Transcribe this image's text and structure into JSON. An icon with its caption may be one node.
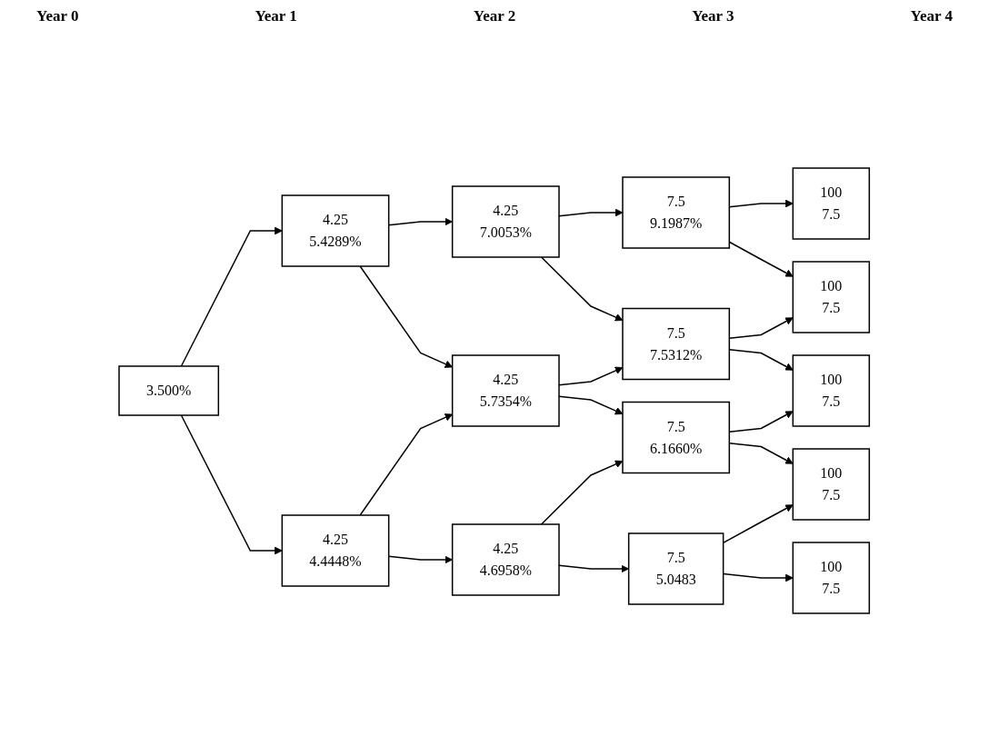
{
  "diagram": {
    "nodes": [
      {
        "text": [
          "3.500%"
        ]
      },
      {
        "text": [
          "4.25",
          "5.4289%"
        ]
      },
      {
        "text": [
          "4.25",
          "4.4448%"
        ]
      },
      {
        "text": [
          "4.25",
          "7.0053%"
        ]
      },
      {
        "text": [
          "4.25",
          "5.7354%"
        ]
      },
      {
        "text": [
          "4.25",
          "4.6958%"
        ]
      },
      {
        "text": [
          "7.5",
          "9.1987%"
        ]
      },
      {
        "text": [
          "7.5",
          "7.5312%"
        ]
      },
      {
        "text": [
          "7.5",
          "6.1660%"
        ]
      },
      {
        "text": [
          "7.5",
          "5.0483"
        ]
      },
      {
        "text": [
          "100",
          "7.5"
        ]
      },
      {
        "text": [
          "100",
          "7.5"
        ]
      },
      {
        "text": [
          "100",
          "7.5"
        ]
      },
      {
        "text": [
          "100",
          "7.5"
        ]
      },
      {
        "text": [
          "100",
          "7.5"
        ]
      }
    ],
    "edges": [
      {
        "from": 0,
        "to": 1,
        "arrow": "to"
      },
      {
        "from": 0,
        "to": 2,
        "arrow": "to"
      },
      {
        "from": 1,
        "to": 3,
        "arrow": "to"
      },
      {
        "from": 1,
        "to": 4,
        "arrow": "to"
      },
      {
        "from": 2,
        "to": 4,
        "arrow": "to"
      },
      {
        "from": 2,
        "to": 5,
        "arrow": "to"
      },
      {
        "from": 3,
        "to": 6,
        "arrow": "to"
      },
      {
        "from": 3,
        "to": 7,
        "arrow": "to"
      },
      {
        "from": 4,
        "to": 7,
        "arrow": "to"
      },
      {
        "from": 4,
        "to": 8,
        "arrow": "to"
      },
      {
        "from": 5,
        "to": 8,
        "arrow": "to"
      },
      {
        "from": 5,
        "to": 9,
        "arrow": "to"
      },
      {
        "from": 6,
        "to": 10,
        "arrow": "to"
      },
      {
        "from": 6,
        "to": 11,
        "arrow": "to"
      },
      {
        "from": 7,
        "to": 11,
        "arrow": "to"
      },
      {
        "from": 7,
        "to": 12,
        "arrow": "to"
      },
      {
        "from": 8,
        "to": 12,
        "arrow": "to"
      },
      {
        "from": 8,
        "to": 13,
        "arrow": "to"
      },
      {
        "from": 9,
        "to": 13,
        "arrow": "to"
      },
      {
        "from": 9,
        "to": 14,
        "arrow": "to"
      }
    ],
    "labels": [
      "Year 0",
      "Year 1",
      "Year 2",
      "Year 3",
      "Year 4"
    ]
  }
}
